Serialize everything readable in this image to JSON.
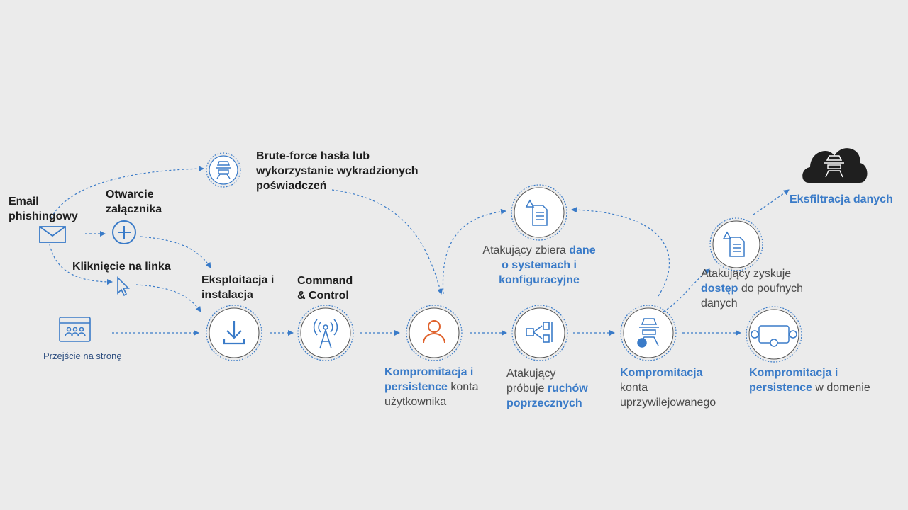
{
  "colors": {
    "background": "#ebebeb",
    "accent": "#3a7bc8",
    "user_icon": "#e0622c",
    "dark": "#1e1e1e"
  },
  "icons": {
    "email": "envelope-icon",
    "attachment": "plus-circle-icon",
    "link": "cursor-arrow-icon",
    "website": "browser-users-icon",
    "bruteforce": "password-hacker-icon",
    "exploit": "download-icon",
    "c2": "radio-tower-icon",
    "account": "user-icon",
    "data": "document-warning-icon",
    "lateral": "lateral-movement-icon",
    "privileged": "spy-admin-icon",
    "access": "document-warning-icon",
    "domain": "domain-network-icon",
    "exfil": "cloud-spy-icon"
  },
  "labels": {
    "email": [
      "Email",
      "phishingowy"
    ],
    "attachment": [
      "Otwarcie",
      "załącznika"
    ],
    "link": "Kliknięcie na linka",
    "website": "Przejście na stronę",
    "bruteforce": [
      "Brute-force hasła lub",
      "wykorzystanie wykradzionych",
      "poświadczeń"
    ],
    "exploit": [
      "Eksploitacja i",
      "instalacja"
    ],
    "c2": [
      "Command",
      "& Control"
    ],
    "account": {
      "line1": "Kompromitacja i",
      "line2_bold": "persistence",
      "line2_rest": " konta",
      "line3": "użytkownika"
    },
    "data": {
      "line1_a": "Atakujący zbiera ",
      "line1_b": "dane",
      "line2": "o systemach i",
      "line3": "konfiguracyjne"
    },
    "lateral": {
      "line1": "Atakujący",
      "line2_a": "próbuje ",
      "line2_b": "ruchów",
      "line3": "poprzecznych"
    },
    "privileged": {
      "line1": "Kompromitacja",
      "line2": "konta",
      "line3": "uprzywilejowanego"
    },
    "access": {
      "line1": "Atakujący zyskuje",
      "line2_a": "dostęp",
      "line2_b": " do poufnych",
      "line3": "danych"
    },
    "domain": {
      "line1": "Kompromitacja i",
      "line2_a": "persistence",
      "line2_b": " w domenie"
    },
    "exfil": {
      "line1_a": "Eksfiltracja ",
      "line1_b": "danych"
    }
  }
}
